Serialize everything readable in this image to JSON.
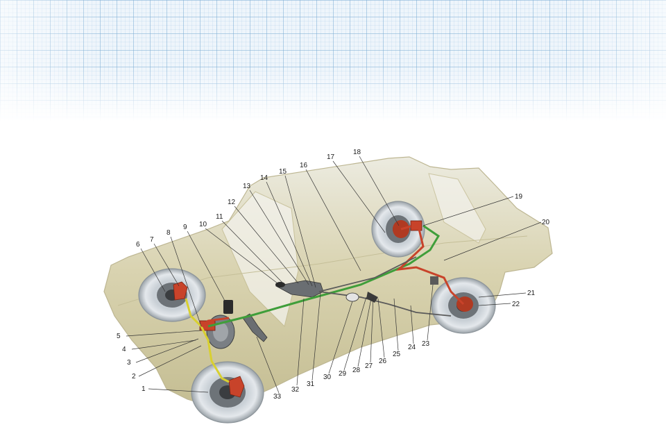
{
  "diagram": {
    "callouts": [
      {
        "label": "1"
      },
      {
        "label": "2"
      },
      {
        "label": "3"
      },
      {
        "label": "4"
      },
      {
        "label": "5"
      },
      {
        "label": "6"
      },
      {
        "label": "7"
      },
      {
        "label": "8"
      },
      {
        "label": "9"
      },
      {
        "label": "10"
      },
      {
        "label": "11"
      },
      {
        "label": "12"
      },
      {
        "label": "13"
      },
      {
        "label": "14"
      },
      {
        "label": "15"
      },
      {
        "label": "16"
      },
      {
        "label": "17"
      },
      {
        "label": "18"
      },
      {
        "label": "19"
      },
      {
        "label": "20"
      },
      {
        "label": "21"
      },
      {
        "label": "22"
      },
      {
        "label": "23"
      },
      {
        "label": "24"
      },
      {
        "label": "25"
      },
      {
        "label": "26"
      },
      {
        "label": "27"
      },
      {
        "label": "28"
      },
      {
        "label": "29"
      },
      {
        "label": "30"
      },
      {
        "label": "31"
      },
      {
        "label": "32"
      },
      {
        "label": "33"
      }
    ],
    "colors": {
      "body": "#d9d3b0",
      "body_shade": "#c4bd92",
      "tire": "#dfe4e8",
      "line_green": "#3f9e3a",
      "line_red": "#c8432a",
      "line_yellow": "#d8d030",
      "metal": "#5a5a5a"
    }
  }
}
